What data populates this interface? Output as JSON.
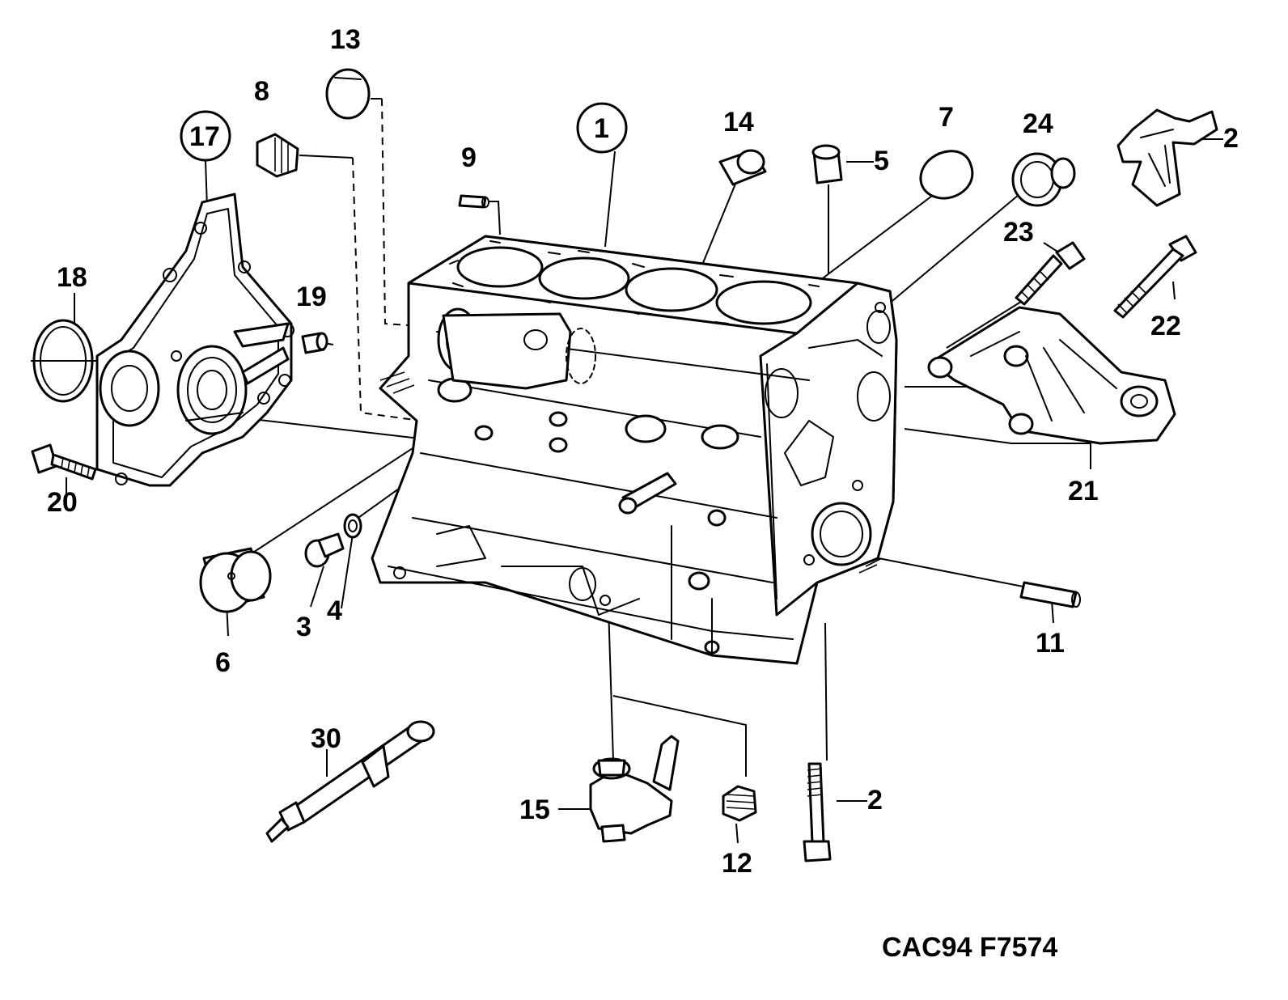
{
  "figure_code": "CAC94 F7574",
  "callouts": {
    "c1": "1",
    "c2a": "2",
    "c2b": "2",
    "c3": "3",
    "c4": "4",
    "c5": "5",
    "c6": "6",
    "c7": "7",
    "c8": "8",
    "c9": "9",
    "c11": "11",
    "c12": "12",
    "c13": "13",
    "c14": "14",
    "c15": "15",
    "c17": "17",
    "c18": "18",
    "c19": "19",
    "c20": "20",
    "c21": "21",
    "c22": "22",
    "c23": "23",
    "c24": "24",
    "c30": "30"
  }
}
